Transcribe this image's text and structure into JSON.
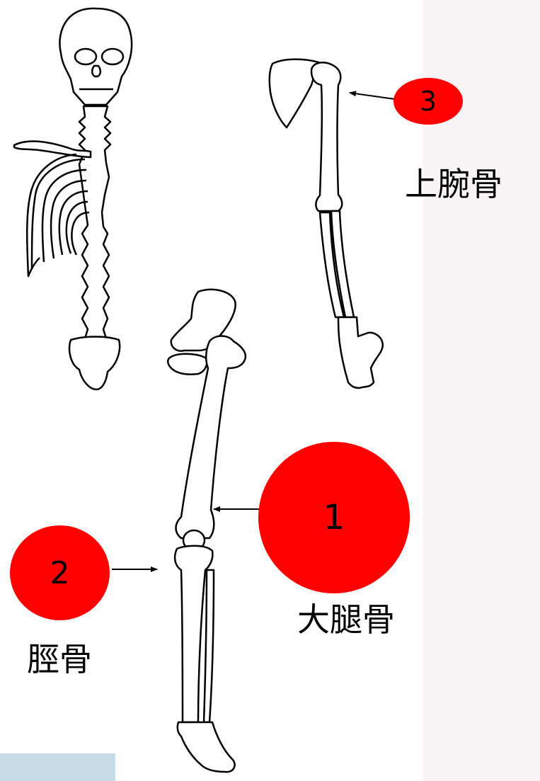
{
  "markers": [
    {
      "number": "1",
      "label": "大腿骨"
    },
    {
      "number": "2",
      "label": "脛骨"
    },
    {
      "number": "3",
      "label": "上腕骨"
    }
  ],
  "colors": {
    "marker": "#ff0000",
    "panel": "#f7f3f6",
    "corner_box": "#c7dde6"
  }
}
